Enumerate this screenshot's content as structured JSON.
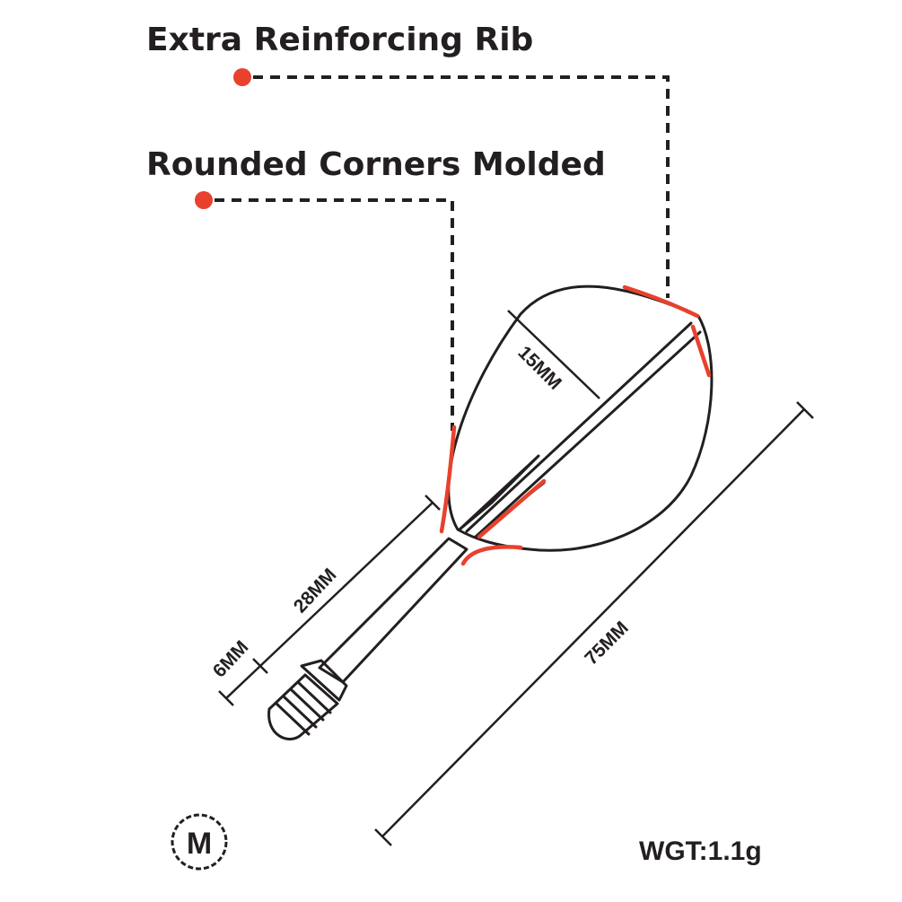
{
  "callouts": {
    "rib_label": "Extra Reinforcing Rib",
    "corners_label": "Rounded Corners Molded"
  },
  "dimensions": {
    "flight_width": "15MM",
    "shaft_length": "28MM",
    "thread_length": "6MM",
    "overall_length": "75MM"
  },
  "size_badge": "M",
  "weight": "WGT:1.1g",
  "colors": {
    "accent": "#e8412d",
    "outline": "#231f20",
    "flight_fill": "#ebebeb",
    "background": "#ffffff"
  }
}
